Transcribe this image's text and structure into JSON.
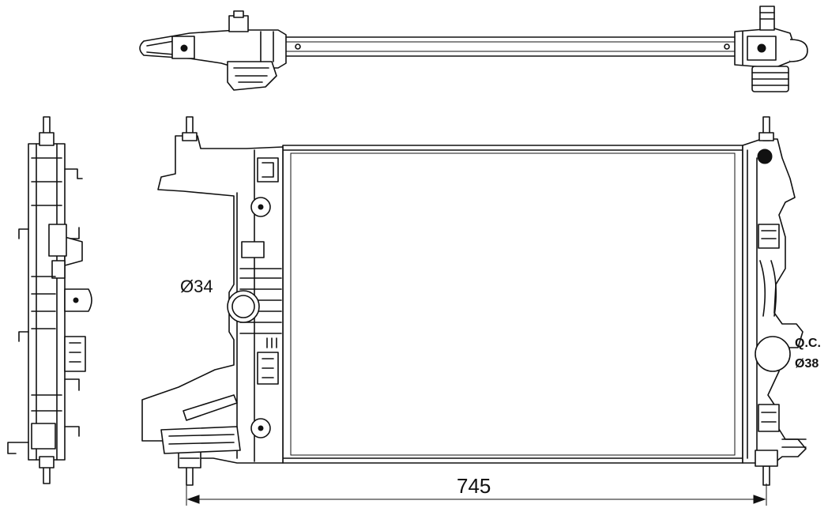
{
  "labels": {
    "inlet_diameter": "Ø34",
    "outlet_qc": "Q.C.",
    "outlet_diameter": "Ø38",
    "overall_width": "745"
  }
}
